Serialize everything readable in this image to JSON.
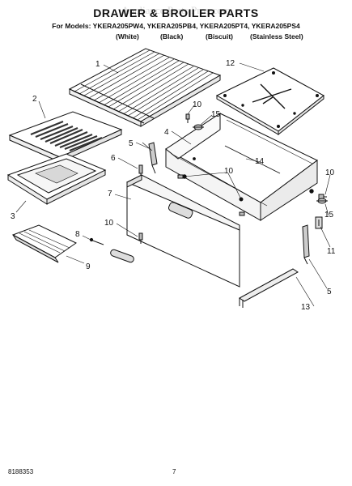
{
  "header": {
    "title": "DRAWER & BROILER PARTS",
    "models": "For Models: YKERA205PW4, YKERA205PB4, YKERA205PT4, YKERA205PS4",
    "variants": [
      "(White)",
      "(Black)",
      "(Biscuit)",
      "(Stainless Steel)"
    ]
  },
  "watermark": "Appliance Parts Pros.com",
  "callouts": [
    "1",
    "2",
    "3",
    "4",
    "5",
    "6",
    "7",
    "8",
    "9",
    "10",
    "11",
    "12",
    "13",
    "14",
    "15"
  ],
  "footer": {
    "doc_number": "8188353",
    "page_number": "7"
  }
}
